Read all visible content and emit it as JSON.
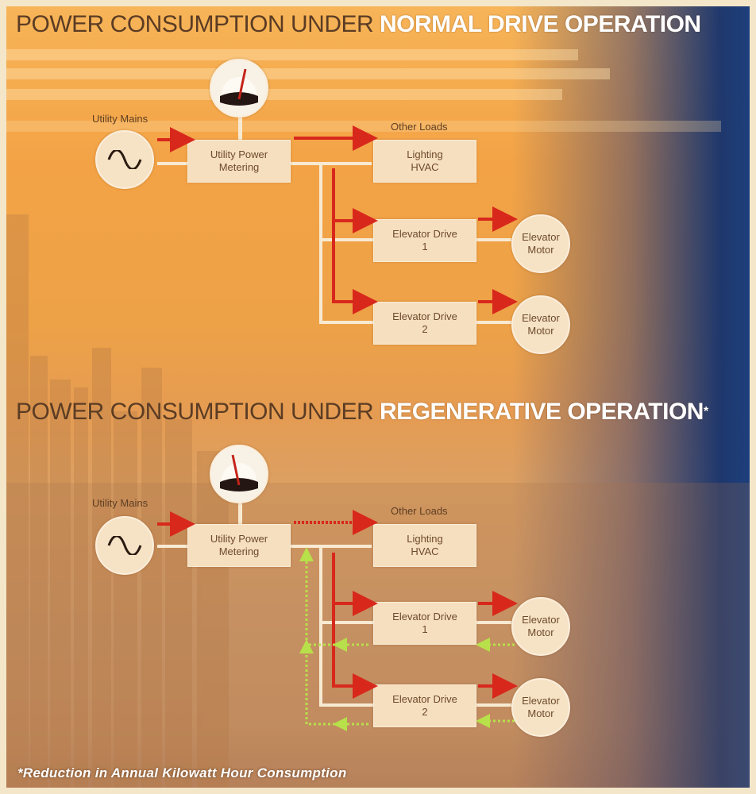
{
  "normal": {
    "title_prefix": "POWER CONSUMPTION UNDER ",
    "title_highlight": "NORMAL DRIVE OPERATION",
    "utility_mains": "Utility Mains",
    "metering": [
      "Utility Power",
      "Metering"
    ],
    "other_loads": "Other Loads",
    "lighting": [
      "Lighting",
      "HVAC"
    ],
    "drive1": [
      "Elevator Drive",
      "1"
    ],
    "drive2": [
      "Elevator Drive",
      "2"
    ],
    "motor1": [
      "Elevator",
      "Motor"
    ],
    "motor2": [
      "Elevator",
      "Motor"
    ]
  },
  "regen": {
    "title_prefix": "POWER CONSUMPTION UNDER ",
    "title_highlight": "REGENERATIVE OPERATION",
    "title_mark": "*",
    "utility_mains": "Utility Mains",
    "metering": [
      "Utility Power",
      "Metering"
    ],
    "other_loads": "Other Loads",
    "lighting": [
      "Lighting",
      "HVAC"
    ],
    "drive1": [
      "Elevator Drive",
      "1"
    ],
    "drive2": [
      "Elevator Drive",
      "2"
    ],
    "motor1": [
      "Elevator",
      "Motor"
    ],
    "motor2": [
      "Elevator",
      "Motor"
    ]
  },
  "footnote": "*Reduction in Annual Kilowatt Hour Consumption",
  "colors": {
    "power_flow_arrow": "#d8281c",
    "regen_flow_arrow": "#b8e04a",
    "box_fill": "#f6dfbf",
    "accent_blue": "#1d3f7c"
  },
  "icons": [
    "ac-source-icon",
    "power-meter-icon",
    "power-flow-arrow-icon",
    "regen-flow-arrow-icon"
  ]
}
